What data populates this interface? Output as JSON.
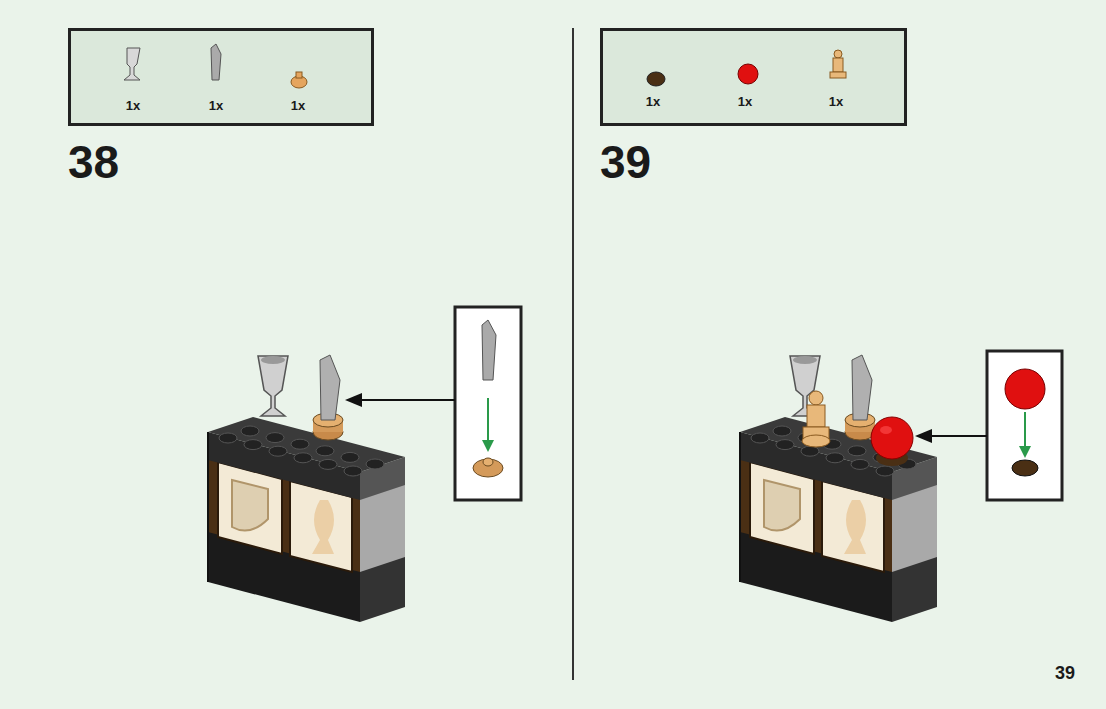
{
  "diagram": {
    "nodes": [
      {
        "text": [
          "1x",
          "1x",
          "1x"
        ]
      },
      {
        "text": [
          "1x",
          "1x",
          "1x"
        ]
      }
    ],
    "labels": [
      "38",
      "39",
      "39"
    ]
  }
}
